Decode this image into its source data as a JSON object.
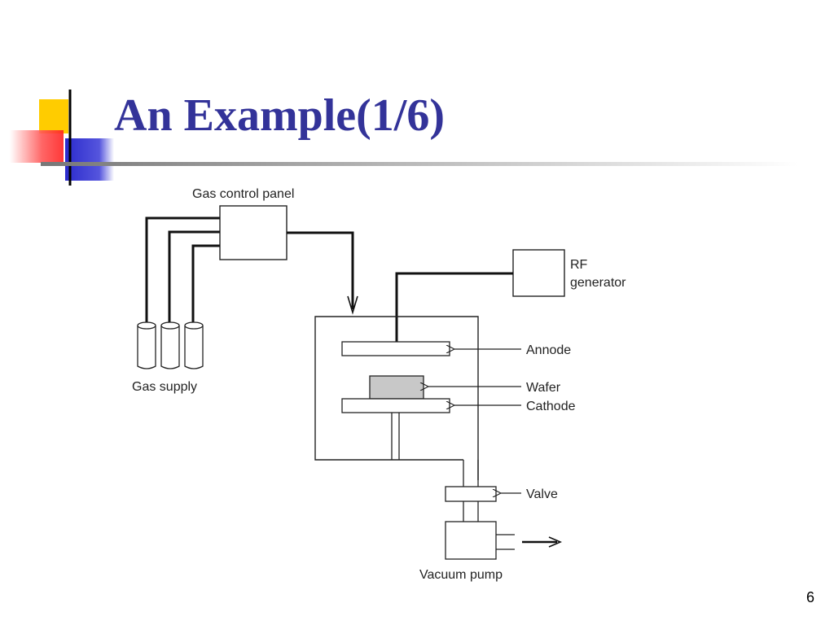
{
  "slide": {
    "title": "An Example(1/6)",
    "page_number": "6"
  },
  "diagram": {
    "labels": {
      "gas_control_panel": "Gas control panel",
      "gas_supply": "Gas supply",
      "rf_line1": "RF",
      "rf_line2": "generator",
      "annode": "Annode",
      "wafer": "Wafer",
      "cathode": "Cathode",
      "valve": "Valve",
      "vacuum_pump": "Vacuum pump"
    }
  },
  "colors": {
    "title": "#333399",
    "deco_yellow": "#ffcc00",
    "deco_red": "#ff3333",
    "deco_blue": "#2b2bcc",
    "wafer_fill": "#c8c8c8"
  }
}
